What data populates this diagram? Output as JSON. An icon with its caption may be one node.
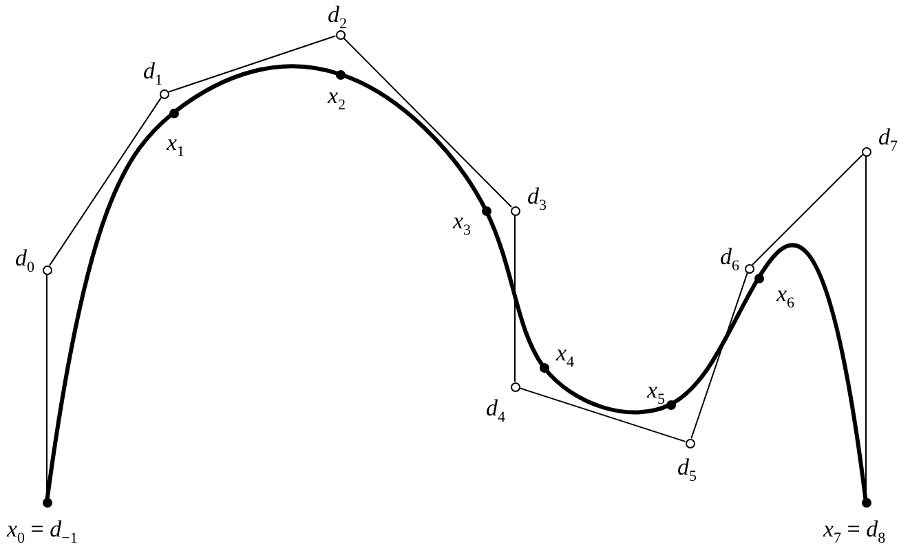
{
  "diagram": {
    "nodes": [
      {
        "text": [
          "*x*$_{0}$ = *d*$_{−1}$"
        ]
      },
      {
        "text": [
          "*d*$_{0}$"
        ]
      },
      {
        "text": [
          "*d*$_{1}$"
        ]
      },
      {
        "text": [
          "*x*$_{1}$"
        ]
      },
      {
        "text": [
          "*d*$_{2}$"
        ]
      },
      {
        "text": [
          "*x*$_{2}$"
        ]
      },
      {
        "text": [
          "*d*$_{3}$"
        ]
      },
      {
        "text": [
          "*x*$_{3}$"
        ]
      },
      {
        "text": [
          "*d*$_{4}$"
        ]
      },
      {
        "text": [
          "*x*$_{4}$"
        ]
      },
      {
        "text": [
          "*x*$_{5}$"
        ]
      },
      {
        "text": [
          "*d*$_{5}$"
        ]
      },
      {
        "text": [
          "*d*$_{6}$"
        ]
      },
      {
        "text": [
          "*x*$_{6}$"
        ]
      },
      {
        "text": [
          "*d*$_{7}$"
        ]
      },
      {
        "text": [
          "*x*$_{7}$ = *d*$_{8}$"
        ]
      }
    ],
    "edges": [
      {
        "from": 0,
        "to": 1,
        "arrow": "none"
      },
      {
        "from": 1,
        "to": 2,
        "arrow": "none"
      },
      {
        "from": 2,
        "to": 4,
        "arrow": "none"
      },
      {
        "from": 4,
        "to": 6,
        "arrow": "none"
      },
      {
        "from": 6,
        "to": 8,
        "arrow": "none"
      },
      {
        "from": 8,
        "to": 11,
        "arrow": "none"
      },
      {
        "from": 11,
        "to": 12,
        "arrow": "none"
      },
      {
        "from": 12,
        "to": 14,
        "arrow": "none"
      },
      {
        "from": 14,
        "to": 15,
        "arrow": "none"
      },
      {
        "from": 0,
        "to": 3,
        "arrow": "none",
        "style": "thick"
      },
      {
        "from": 3,
        "to": 5,
        "arrow": "none",
        "style": "thick"
      },
      {
        "from": 5,
        "to": 7,
        "arrow": "none",
        "style": "thick"
      },
      {
        "from": 7,
        "to": 9,
        "arrow": "none",
        "style": "thick"
      },
      {
        "from": 9,
        "to": 10,
        "arrow": "none",
        "style": "thick"
      },
      {
        "from": 10,
        "to": 13,
        "arrow": "none",
        "style": "thick"
      },
      {
        "from": 13,
        "to": 15,
        "arrow": "none",
        "style": "thick"
      }
    ]
  }
}
